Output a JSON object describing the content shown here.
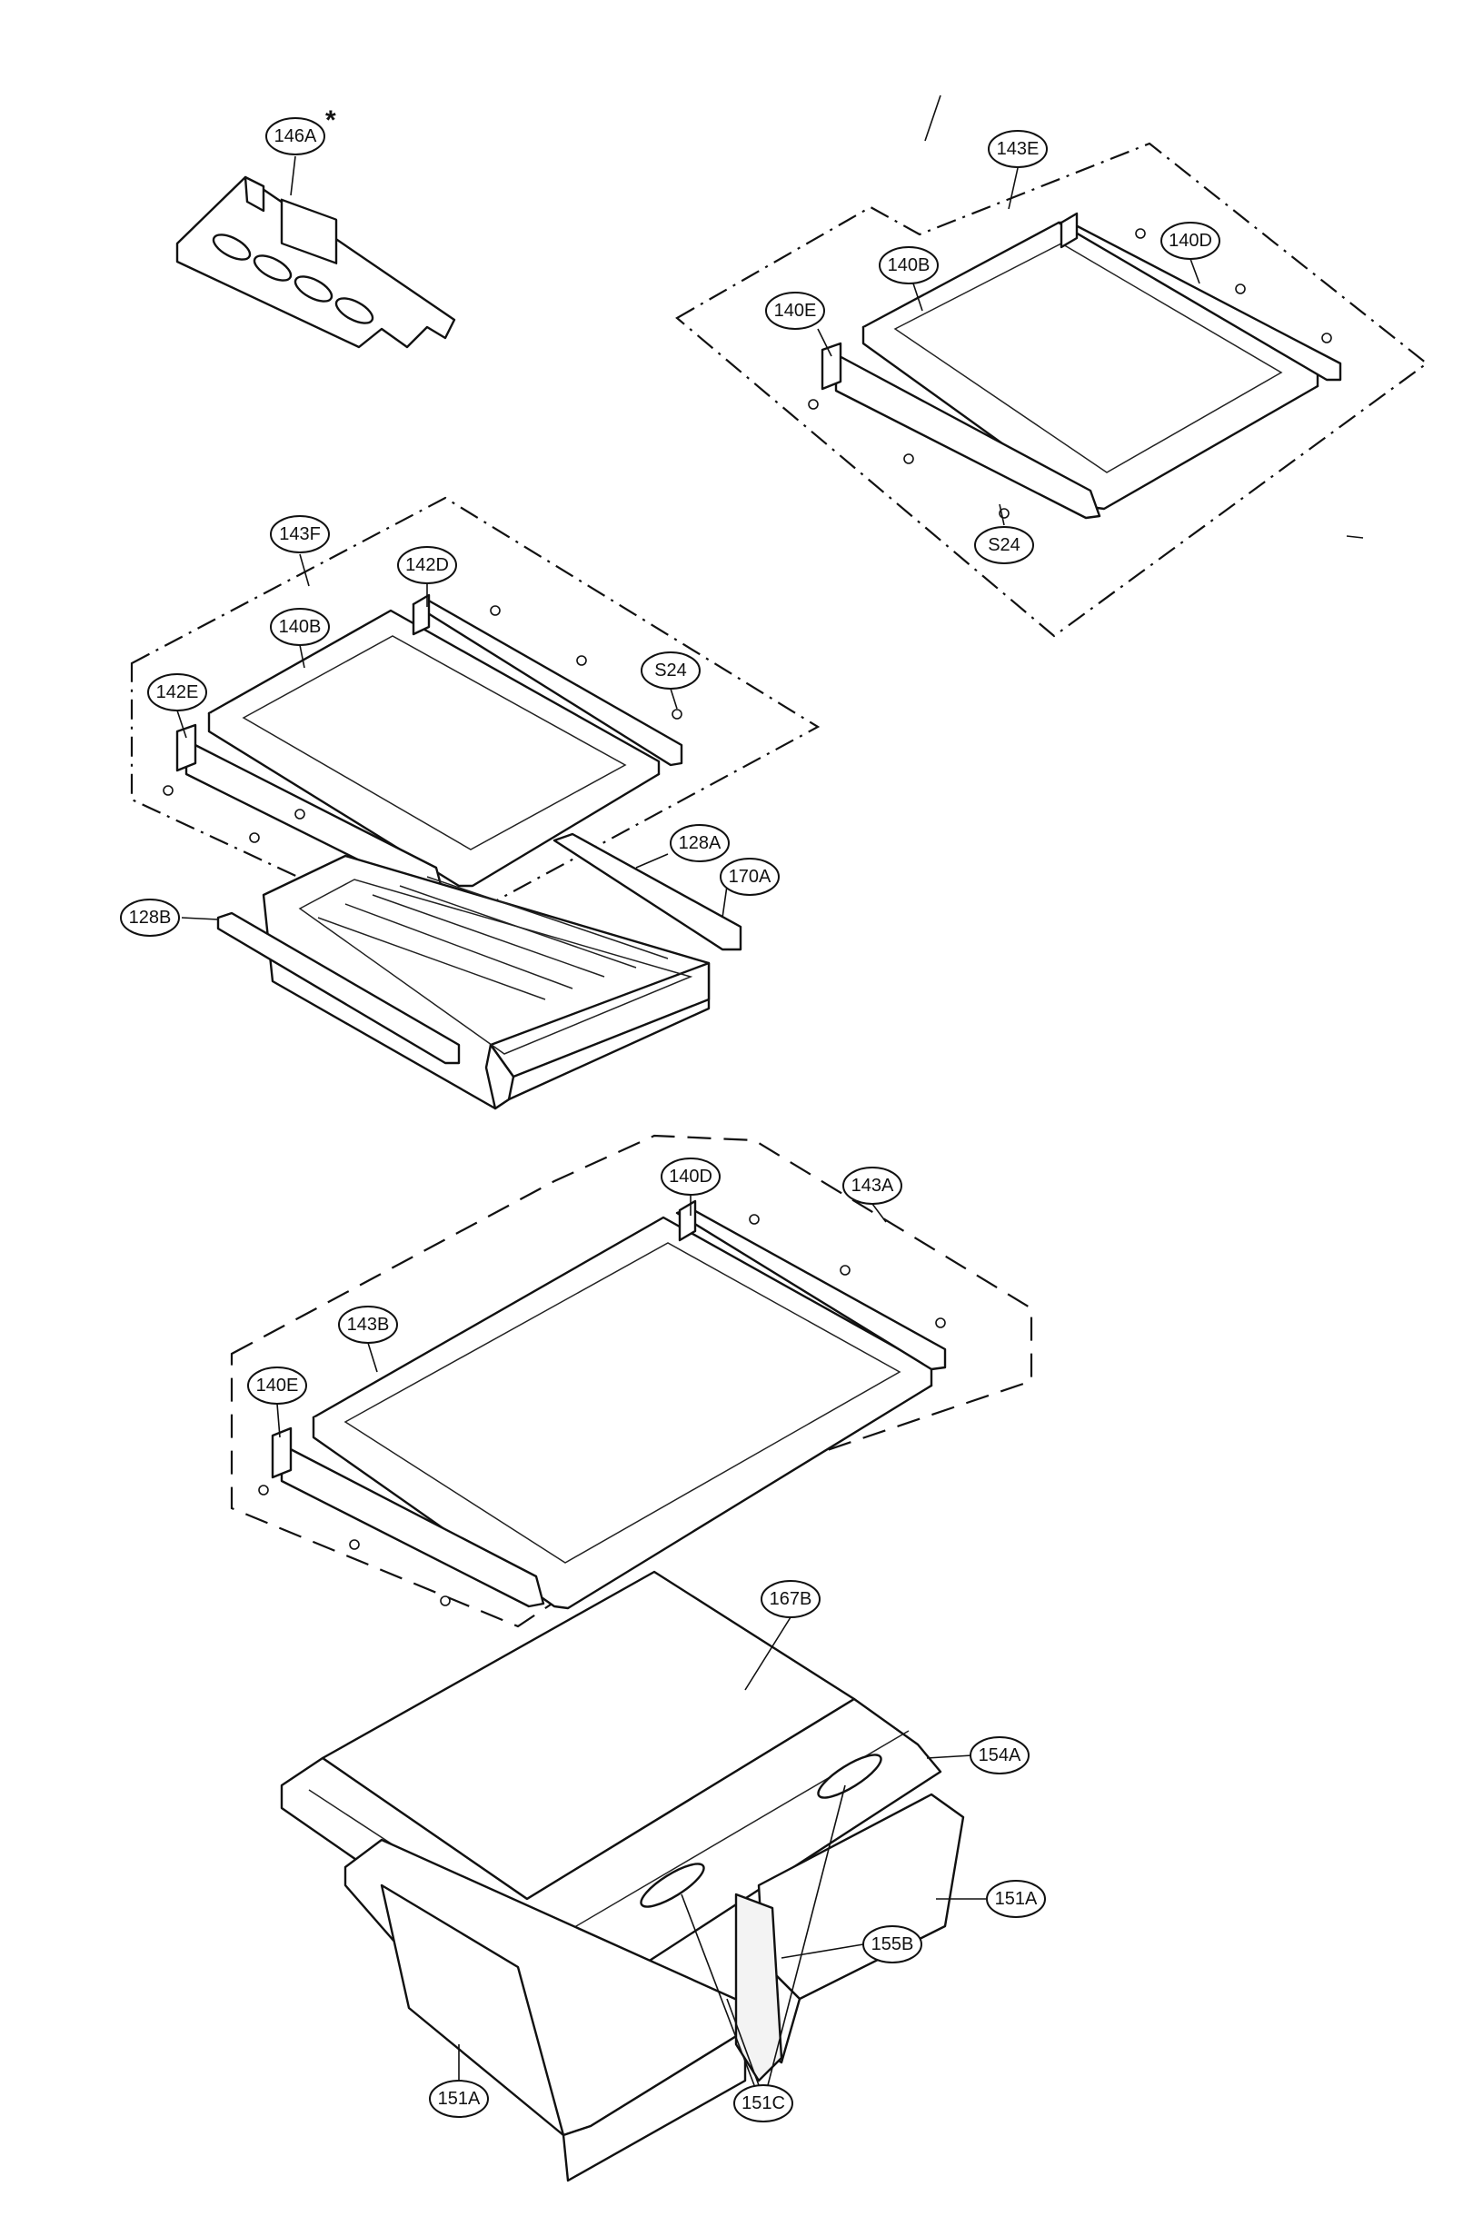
{
  "callouts": {
    "c146A": "146A",
    "c146A_mark": "*",
    "c143E": "143E",
    "c140B_top": "140B",
    "c140D_top": "140D",
    "c140E_top": "140E",
    "cS24_top": "S24",
    "c143F": "143F",
    "c142D": "142D",
    "c140B_mid": "140B",
    "c142E": "142E",
    "cS24_mid": "S24",
    "c128A": "128A",
    "c170A": "170A",
    "c128B": "128B",
    "c140D_low": "140D",
    "c143A": "143A",
    "c143B": "143B",
    "c140E_low": "140E",
    "c167B": "167B",
    "c154A": "154A",
    "c151A_right": "151A",
    "c155B": "155B",
    "c151A_left": "151A",
    "c151C": "151C"
  }
}
